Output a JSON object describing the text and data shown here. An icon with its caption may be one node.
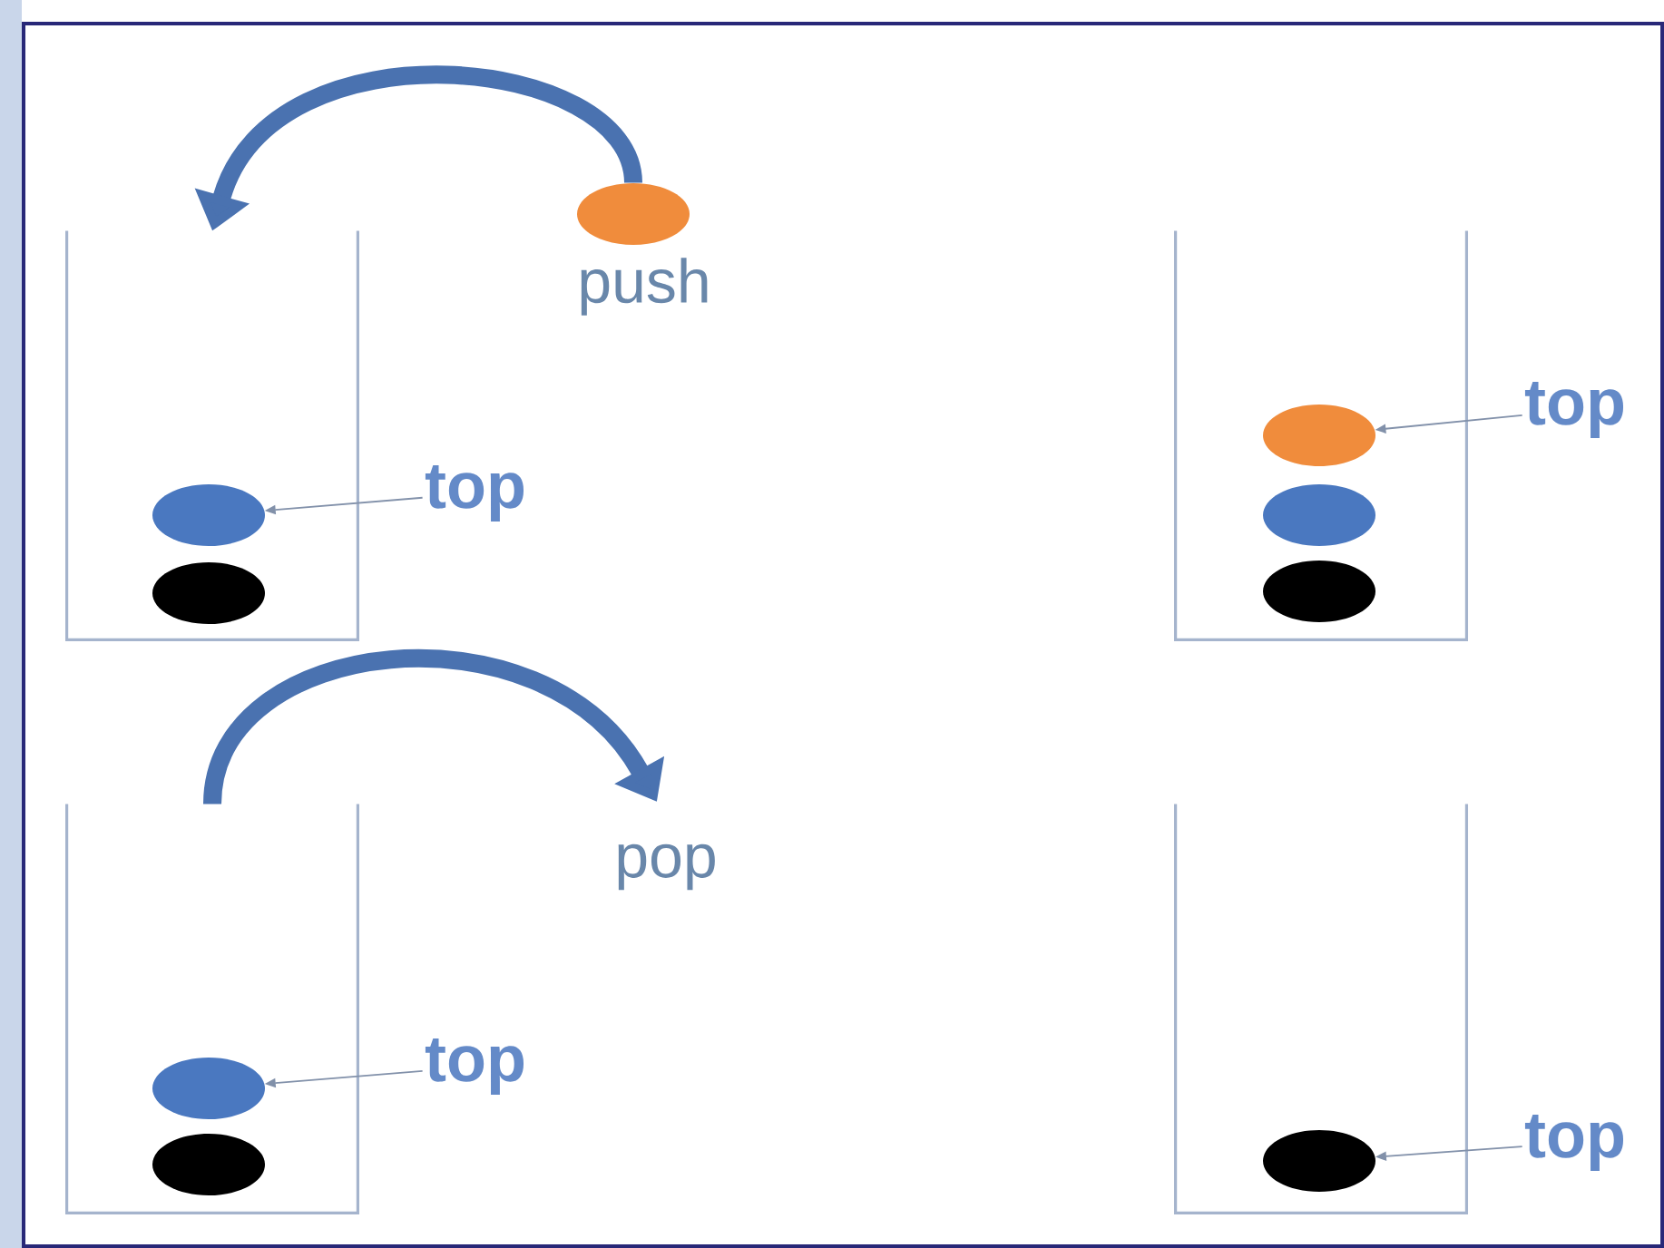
{
  "diagram": {
    "nodes": [
      {
        "text": [],
        "shape": "box"
      },
      {
        "text": [],
        "shape": "ellipse",
        "in": 0
      },
      {
        "text": [],
        "shape": "ellipse",
        "in": 0
      },
      {
        "text": [
          "top"
        ]
      },
      {
        "text": [],
        "shape": "ellipse",
        "beside": [
          "push"
        ]
      },
      {
        "text": [],
        "shape": "box"
      },
      {
        "text": [],
        "shape": "ellipse",
        "in": 5
      },
      {
        "text": [],
        "shape": "ellipse",
        "in": 5
      },
      {
        "text": [],
        "shape": "ellipse",
        "in": 5
      },
      {
        "text": [
          "top"
        ]
      },
      {
        "text": [],
        "shape": "box"
      },
      {
        "text": [],
        "shape": "ellipse",
        "in": 10
      },
      {
        "text": [],
        "shape": "ellipse",
        "in": 10
      },
      {
        "text": [
          "top"
        ]
      },
      {
        "text": [],
        "shape": "box"
      },
      {
        "text": [],
        "shape": "ellipse",
        "in": 14
      },
      {
        "text": [
          "top"
        ]
      }
    ],
    "edges": [
      {
        "from": 4,
        "to": 0,
        "arrow": "to",
        "style": "thick",
        "color": "#4a72b0"
      },
      {
        "from": 3,
        "to": 1,
        "arrow": "to"
      },
      {
        "from": 9,
        "to": 6,
        "arrow": "to"
      },
      {
        "from": 10,
        "to": null,
        "arrow": "to",
        "label": "pop",
        "style": "thick",
        "color": "#4a72b0"
      },
      {
        "from": 13,
        "to": 11,
        "arrow": "to"
      },
      {
        "from": 16,
        "to": 15,
        "arrow": "to"
      }
    ]
  }
}
